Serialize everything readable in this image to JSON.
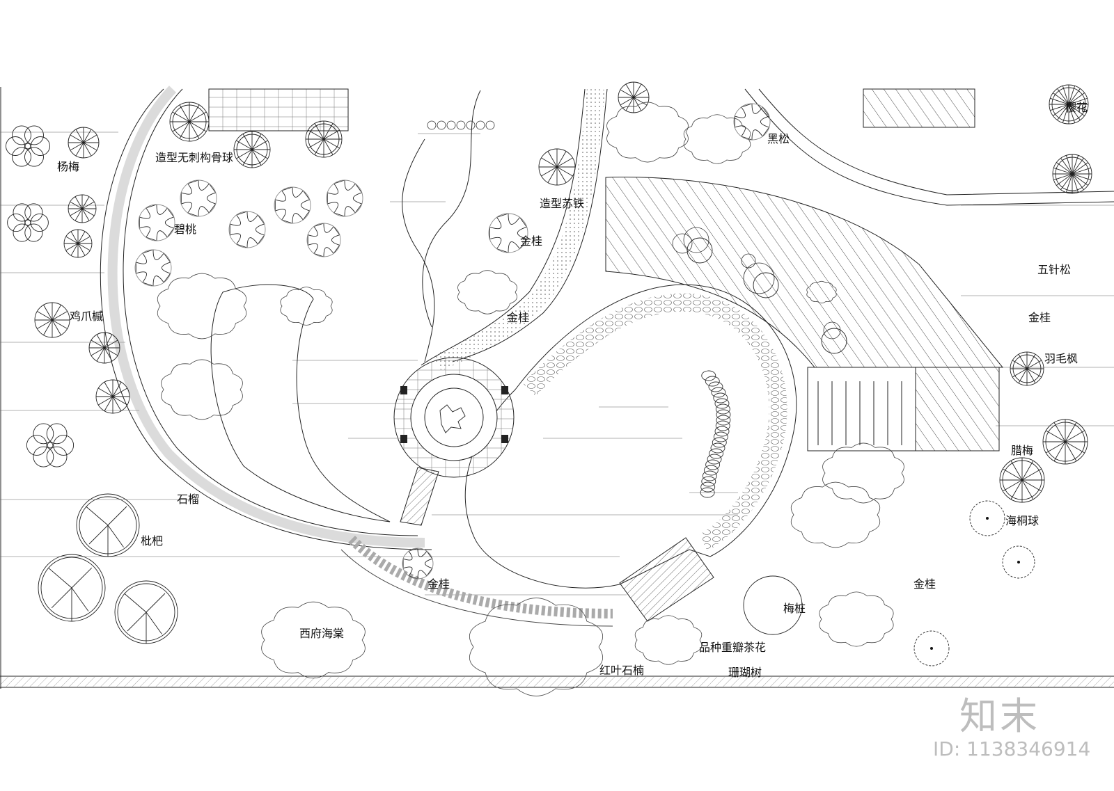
{
  "plan": {
    "labels": {
      "yangmei": "杨梅",
      "holly_ball": "造型无刺构骨球",
      "bitao": "碧桃",
      "jizhuaqi": "鸡爪槭",
      "shiliu": "石榴",
      "pipa": "枇杷",
      "xifu_haitang": "西府海棠",
      "hongye_shinan": "红叶石楠",
      "camellia": "品种重瓣茶花",
      "shanhushu": "珊瑚树",
      "meizhuang": "梅桩",
      "sutie": "造型苏铁",
      "heisong": "黑松",
      "yinghua": "樱花",
      "wuzhensong": "五针松",
      "yumaofeng": "羽毛枫",
      "lamei": "腊梅",
      "haitongqiu": "海桐球",
      "jingui": [
        "金桂",
        "金桂",
        "金桂",
        "金桂",
        "金桂"
      ]
    }
  },
  "watermark": {
    "logo": "知末",
    "id": "ID: 1138346914"
  }
}
